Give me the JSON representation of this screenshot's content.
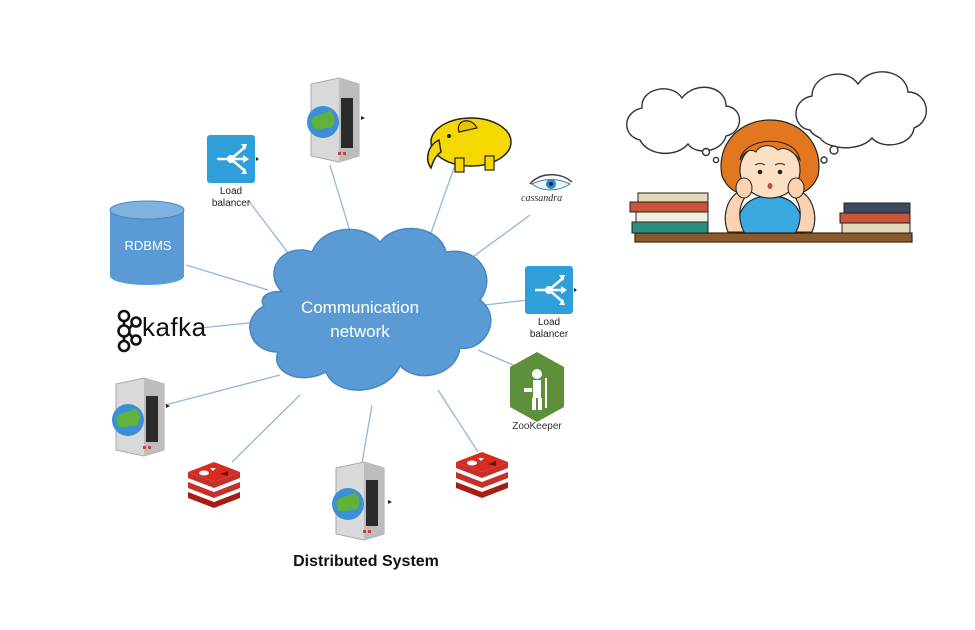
{
  "diagram": {
    "caption": "Distributed System",
    "cloud": {
      "line1": "Communication",
      "line2": "network"
    },
    "nodes": {
      "rdbms": "RDBMS",
      "kafka": "kafka",
      "cassandra": "cassandra",
      "zookeeper": "ZooKeeper",
      "load_balancer_top": {
        "line1": "Load",
        "line2": "balancer"
      },
      "load_balancer_right": {
        "line1": "Load",
        "line2": "balancer"
      }
    },
    "icons": [
      "server-icon",
      "load-balancer-icon",
      "hadoop-elephant-icon",
      "cassandra-eye-icon",
      "rdbms-cylinder-icon",
      "kafka-logo-icon",
      "zookeeper-icon",
      "redis-icon",
      "thinking-girl-illustration"
    ]
  },
  "colors": {
    "cloud": "#5b9bd5",
    "cloud_border": "#4a86bf",
    "connector": "#8fb8dd",
    "load_balancer": "#2e9fd8",
    "redis": "#c6302b",
    "zookeeper": "#5e8f3b",
    "hadoop": "#f5d800"
  }
}
